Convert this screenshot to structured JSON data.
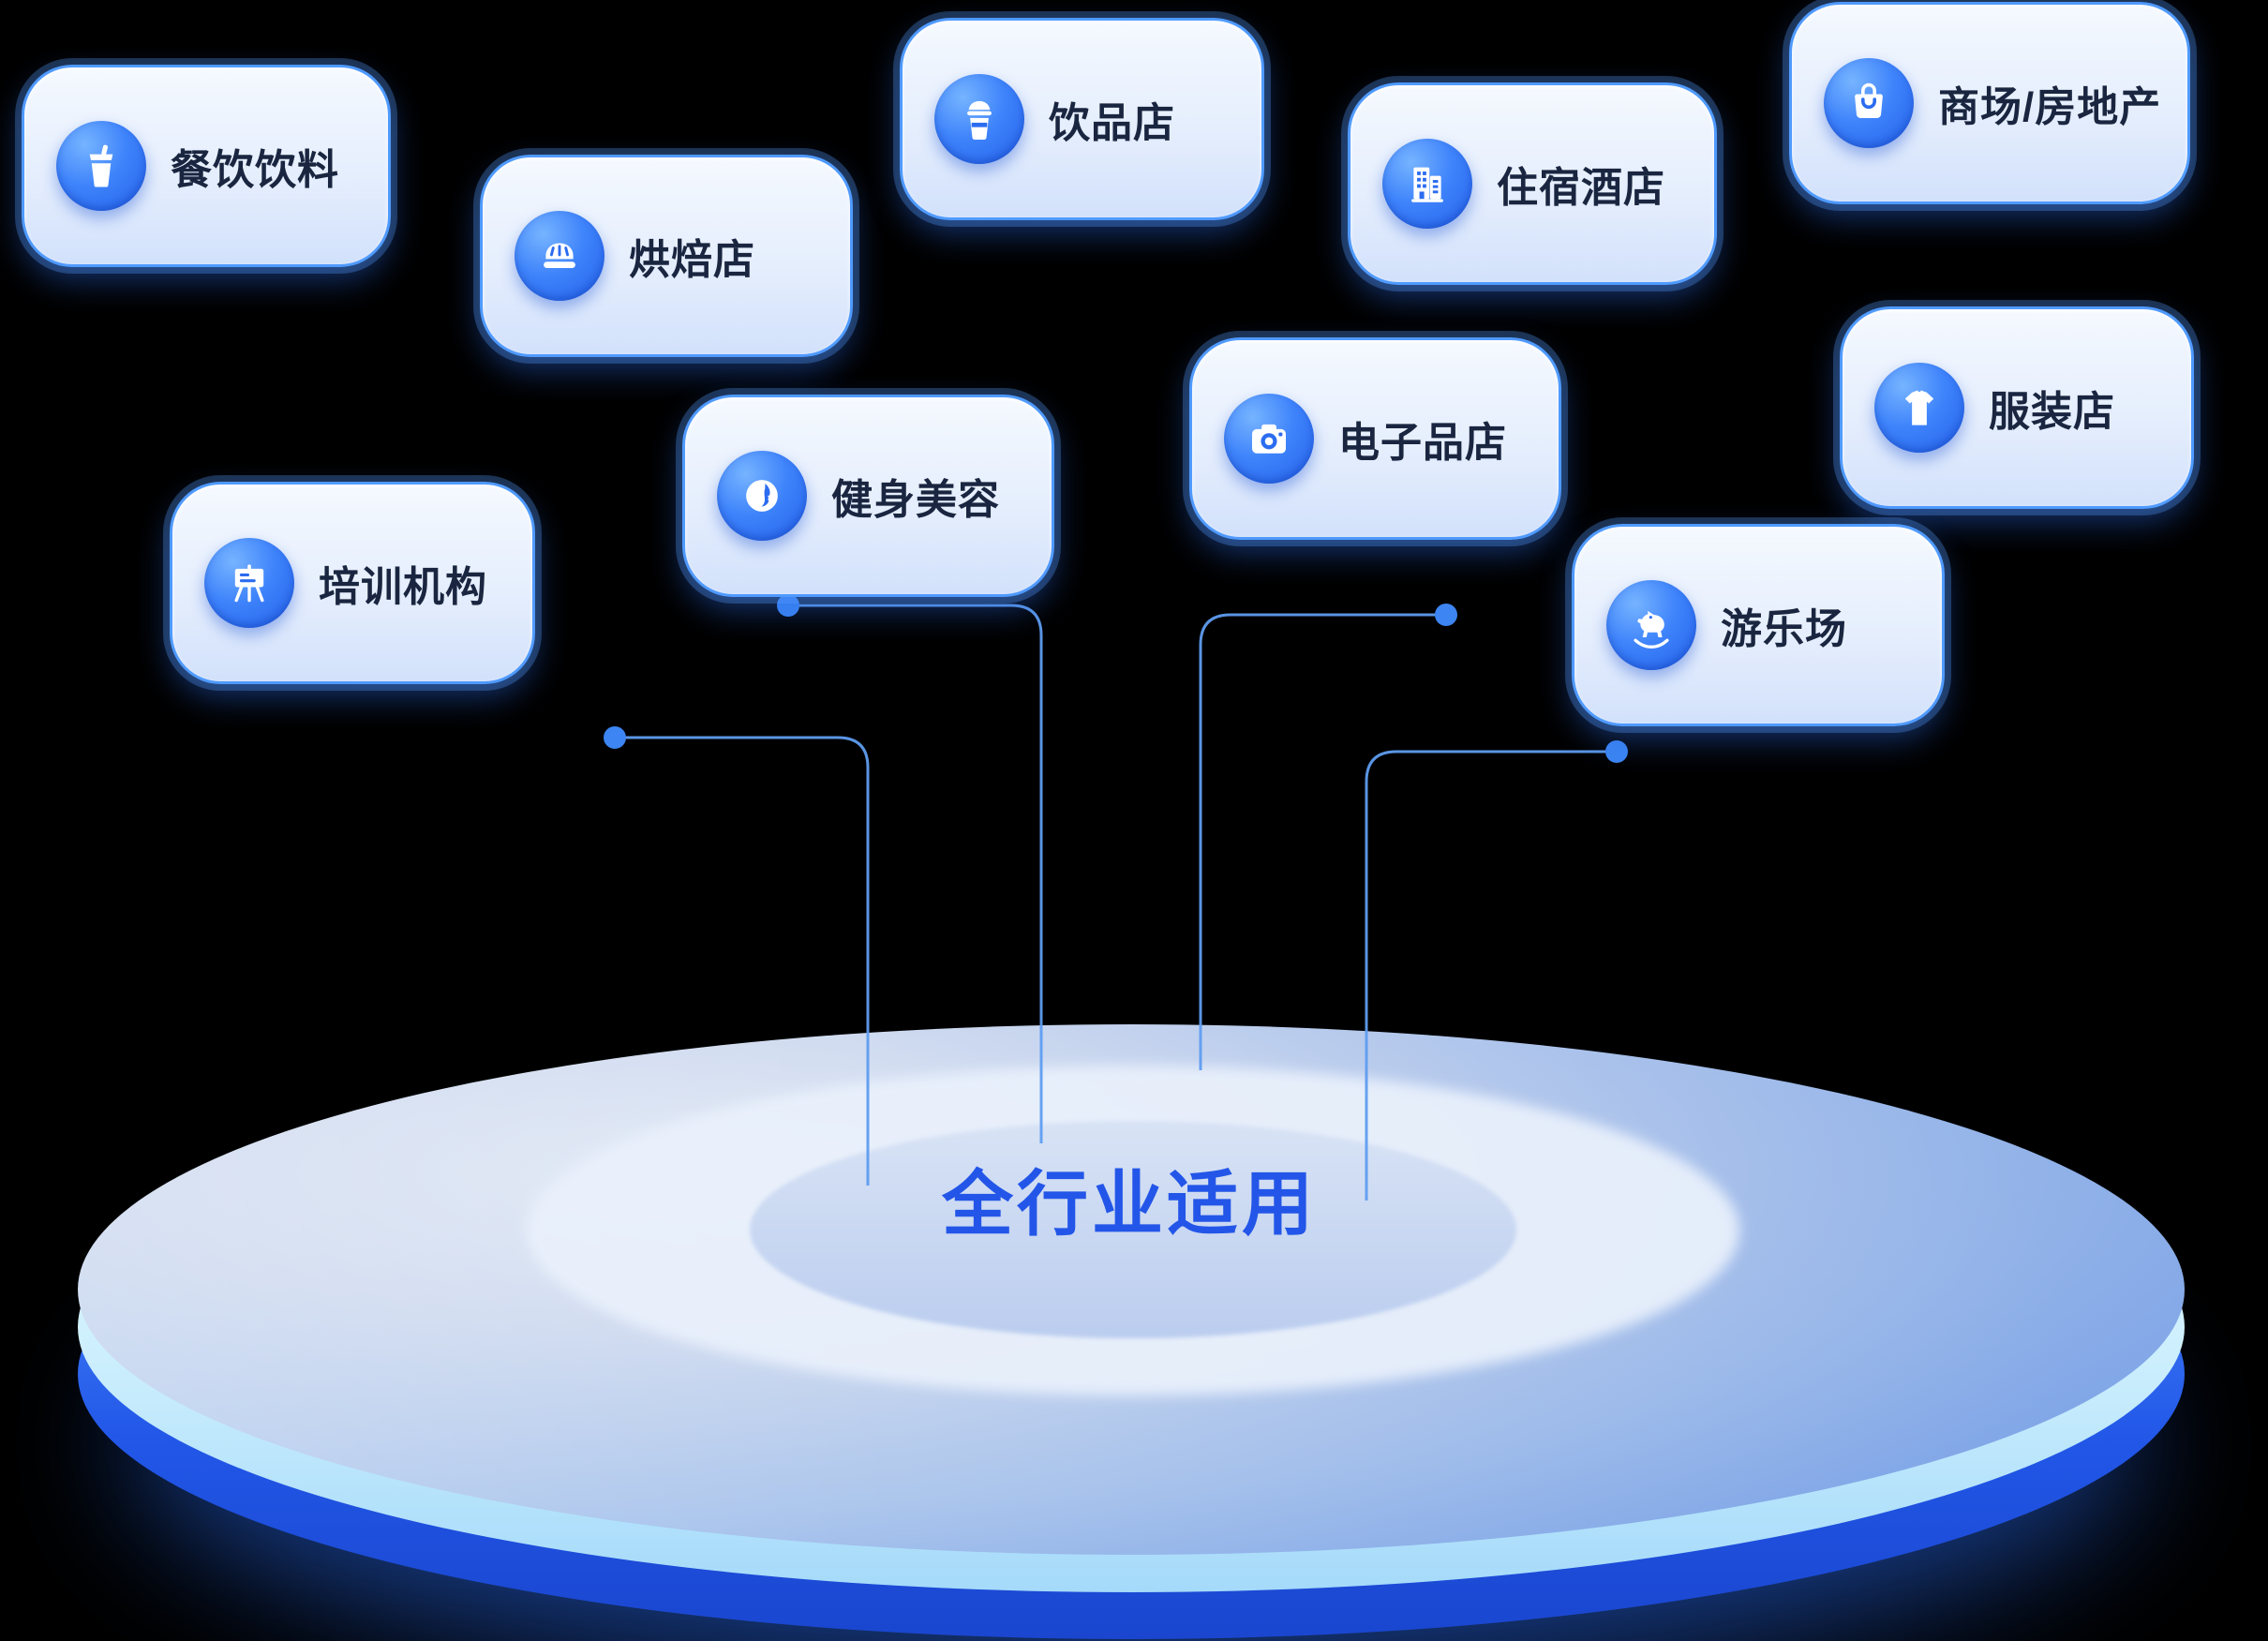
{
  "title": {
    "text": "全行业适用"
  },
  "cards": [
    {
      "label": "餐饮饮料",
      "icon": "drink-cup-icon"
    },
    {
      "label": "烘焙店",
      "icon": "bread-icon"
    },
    {
      "label": "饮品店",
      "icon": "beverage-cup-icon"
    },
    {
      "label": "住宿酒店",
      "icon": "hotel-building-icon"
    },
    {
      "label": "商场/房地产",
      "icon": "shopping-bag-icon"
    },
    {
      "label": "电子品店",
      "icon": "camera-icon"
    },
    {
      "label": "服装店",
      "icon": "tshirt-icon"
    },
    {
      "label": "健身美容",
      "icon": "face-icon"
    },
    {
      "label": "培训机构",
      "icon": "easel-icon"
    },
    {
      "label": "游乐场",
      "icon": "rocking-horse-icon"
    }
  ],
  "colors": {
    "background": "#000000",
    "card_border": "#4f9aff",
    "badge_blue": "#2f6ef0",
    "line_blue": "#5f9df0",
    "title_text": "#2356e8",
    "label_text": "#1a2640"
  }
}
